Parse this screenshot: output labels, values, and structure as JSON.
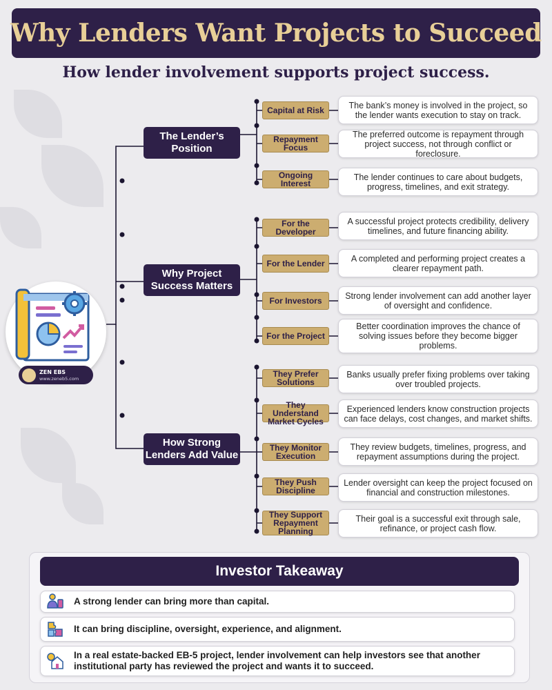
{
  "title": "Why Lenders Want Projects to Succeed",
  "subtitle": "How lender involvement supports project success.",
  "brand": {
    "name": "ZEN EBS",
    "url": "www.zeneb5.com"
  },
  "colors": {
    "primary": "#2e2048",
    "gold": "#ccad70",
    "title_gold": "#e8cf97",
    "background": "#ecebee"
  },
  "categories": [
    {
      "label": "The Lender’s\nPosition",
      "items": [
        {
          "label": "Capital at Risk",
          "text": "The bank’s money is involved in the project, so the lender wants execution to stay on track."
        },
        {
          "label": "Repayment\nFocus",
          "text": "The preferred outcome is repayment through project success, not through conflict or foreclosure."
        },
        {
          "label": "Ongoing\nInterest",
          "text": "The lender continues to care about budgets, progress, timelines, and exit strategy."
        }
      ]
    },
    {
      "label": "Why Project\nSuccess Matters",
      "items": [
        {
          "label": "For the\nDeveloper",
          "text": "A successful project protects credibility, delivery timelines, and future financing ability."
        },
        {
          "label": "For the Lender",
          "text": "A completed and performing project creates a clearer repayment path."
        },
        {
          "label": "For Investors",
          "text": "Strong lender involvement can add another layer of oversight and confidence."
        },
        {
          "label": "For the Project",
          "text": "Better coordination improves the chance of solving issues before they become bigger problems."
        }
      ]
    },
    {
      "label": "How Strong\nLenders Add Value",
      "items": [
        {
          "label": "They Prefer\nSolutions",
          "text": "Banks usually prefer fixing problems over taking over troubled projects."
        },
        {
          "label": "They Understand\nMarket Cycles",
          "text": "Experienced lenders know construction projects can face delays, cost changes, and market shifts."
        },
        {
          "label": "They Monitor\nExecution",
          "text": "They review budgets, timelines, progress, and repayment assumptions during the project."
        },
        {
          "label": "They Push\nDiscipline",
          "text": "Lender oversight can keep the project focused on financial and construction milestones."
        },
        {
          "label": "They Support\nRepayment\nPlanning",
          "text": "Their goal is a successful exit through sale, refinance, or project cash flow."
        }
      ]
    }
  ],
  "takeaway": {
    "title": "Investor Takeaway",
    "items": [
      {
        "icon": "person-icon",
        "text": "A strong lender can bring more than capital."
      },
      {
        "icon": "puzzle-icon",
        "text": "It can bring discipline, oversight, experience, and alignment."
      },
      {
        "icon": "house-icon",
        "text": "In a real estate-backed EB-5 project, lender involvement can help investors see that another institutional party has reviewed the project and wants it to succeed."
      }
    ]
  }
}
